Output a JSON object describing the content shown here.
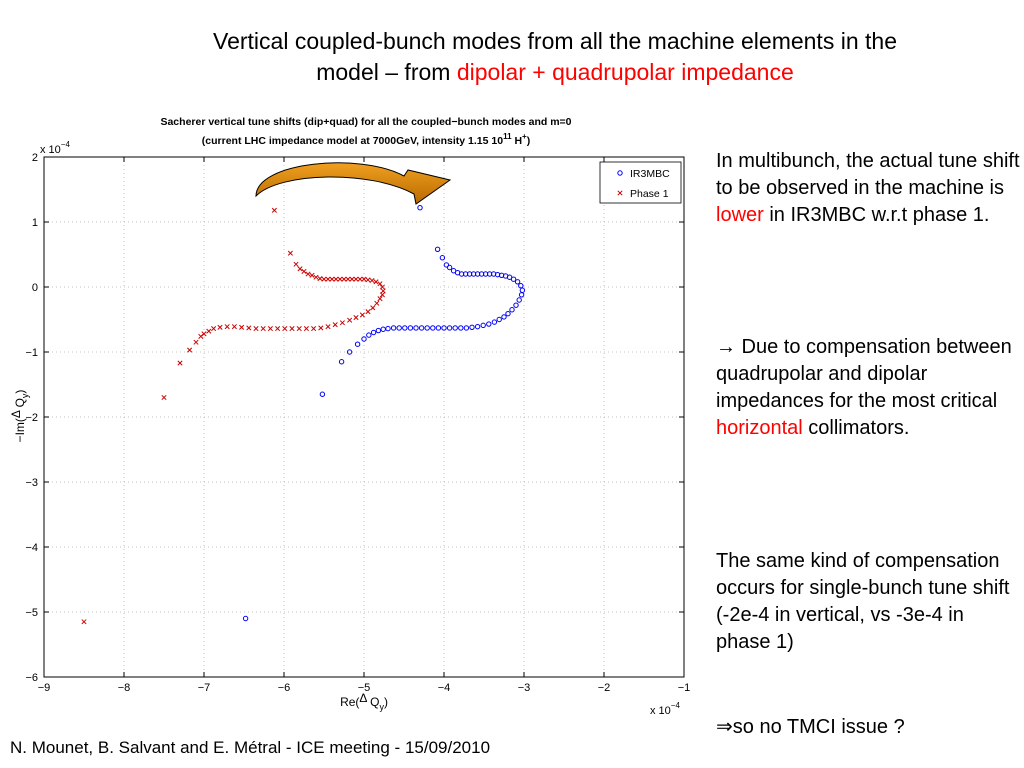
{
  "slide": {
    "title_line1": "Vertical coupled-bunch modes from all the machine elements in the",
    "title_line2_prefix": "model – from ",
    "title_line2_highlight": "dipolar + quadrupolar impedance",
    "footer": "N. Mounet, B. Salvant and E. Métral - ICE meeting - 15/09/2010",
    "accent_color": "#ff0000"
  },
  "side_text": {
    "p1_a": "In multibunch, the actual tune shift to be observed in the machine is ",
    "p1_hl": "lower",
    "p1_b": " in IR3MBC w.r.t phase 1.",
    "p2_a": "→ Due to compensation between quadrupolar and dipolar impedances for the most critical ",
    "p2_hl": "horizontal",
    "p2_b": " collimators.",
    "p3": "The same kind of compensation occurs for single-bunch tune shift (-2e-4 in vertical, vs -3e-4 in phase 1)",
    "p4_symbol": "⇒",
    "p4": "so no TMCI issue ?"
  },
  "chart_data": {
    "type": "scatter",
    "title_line1": "Sacherer vertical tune shifts (dip+quad) for all the coupled−bunch modes and m=0",
    "title_line2_prefix": "(current LHC impedance model at 7000GeV, intensity 1.15 10",
    "title_line2_sup": "11",
    "title_line2_suffix": " H",
    "title_line2_sup2": "+",
    "title_line2_end": ")",
    "xlabel_prefix": "Re(",
    "xlabel_delta": "Δ",
    "xlabel_q": " Q",
    "xlabel_sub": "y",
    "xlabel_end": ")",
    "ylabel_prefix": "−Im(",
    "ylabel_delta": "Δ",
    "ylabel_q": " Q",
    "ylabel_sub": "y",
    "ylabel_end": ")",
    "x_exponent_base": "x 10",
    "x_exponent_power": "−4",
    "y_exponent_base": "x 10",
    "y_exponent_power": "−4",
    "xlim": [
      -9,
      -1
    ],
    "ylim": [
      -6,
      2
    ],
    "xticks": [
      "−9",
      "−8",
      "−7",
      "−6",
      "−5",
      "−4",
      "−3",
      "−2",
      "−1"
    ],
    "yticks": [
      "2",
      "1",
      "0",
      "−1",
      "−2",
      "−3",
      "−4",
      "−5",
      "−6"
    ],
    "grid": true,
    "legend_position": "top-right",
    "series": [
      {
        "name": "IR3MBC",
        "marker": "circle",
        "color": "#0000ff",
        "points": [
          [
            -4.3,
            1.22
          ],
          [
            -4.08,
            0.58
          ],
          [
            -4.02,
            0.45
          ],
          [
            -3.97,
            0.34
          ],
          [
            -3.93,
            0.3
          ],
          [
            -3.88,
            0.25
          ],
          [
            -3.83,
            0.22
          ],
          [
            -3.78,
            0.2
          ],
          [
            -3.73,
            0.2
          ],
          [
            -3.68,
            0.2
          ],
          [
            -3.63,
            0.2
          ],
          [
            -3.58,
            0.2
          ],
          [
            -3.53,
            0.2
          ],
          [
            -3.48,
            0.2
          ],
          [
            -3.43,
            0.2
          ],
          [
            -3.38,
            0.2
          ],
          [
            -3.33,
            0.19
          ],
          [
            -3.28,
            0.18
          ],
          [
            -3.23,
            0.17
          ],
          [
            -3.18,
            0.15
          ],
          [
            -3.13,
            0.12
          ],
          [
            -3.08,
            0.08
          ],
          [
            -3.04,
            0.02
          ],
          [
            -3.02,
            -0.05
          ],
          [
            -3.03,
            -0.12
          ],
          [
            -3.06,
            -0.2
          ],
          [
            -3.1,
            -0.28
          ],
          [
            -3.15,
            -0.35
          ],
          [
            -3.2,
            -0.41
          ],
          [
            -3.25,
            -0.46
          ],
          [
            -3.31,
            -0.5
          ],
          [
            -3.37,
            -0.54
          ],
          [
            -3.44,
            -0.57
          ],
          [
            -3.51,
            -0.59
          ],
          [
            -3.58,
            -0.61
          ],
          [
            -3.65,
            -0.62
          ],
          [
            -3.72,
            -0.63
          ],
          [
            -3.79,
            -0.63
          ],
          [
            -3.86,
            -0.63
          ],
          [
            -3.93,
            -0.63
          ],
          [
            -4.0,
            -0.63
          ],
          [
            -4.07,
            -0.63
          ],
          [
            -4.14,
            -0.63
          ],
          [
            -4.21,
            -0.63
          ],
          [
            -4.28,
            -0.63
          ],
          [
            -4.35,
            -0.63
          ],
          [
            -4.42,
            -0.63
          ],
          [
            -4.49,
            -0.63
          ],
          [
            -4.56,
            -0.63
          ],
          [
            -4.63,
            -0.63
          ],
          [
            -4.7,
            -0.64
          ],
          [
            -4.76,
            -0.65
          ],
          [
            -4.82,
            -0.67
          ],
          [
            -4.88,
            -0.7
          ],
          [
            -4.94,
            -0.74
          ],
          [
            -5.0,
            -0.8
          ],
          [
            -5.08,
            -0.88
          ],
          [
            -5.18,
            -1.0
          ],
          [
            -5.28,
            -1.15
          ],
          [
            -5.52,
            -1.65
          ],
          [
            -6.48,
            -5.1
          ]
        ]
      },
      {
        "name": "Phase 1",
        "marker": "x",
        "color": "#cc0000",
        "points": [
          [
            -6.12,
            1.18
          ],
          [
            -5.92,
            0.52
          ],
          [
            -5.85,
            0.35
          ],
          [
            -5.8,
            0.28
          ],
          [
            -5.75,
            0.24
          ],
          [
            -5.7,
            0.2
          ],
          [
            -5.65,
            0.18
          ],
          [
            -5.6,
            0.15
          ],
          [
            -5.55,
            0.13
          ],
          [
            -5.5,
            0.12
          ],
          [
            -5.45,
            0.12
          ],
          [
            -5.4,
            0.12
          ],
          [
            -5.35,
            0.12
          ],
          [
            -5.3,
            0.12
          ],
          [
            -5.25,
            0.12
          ],
          [
            -5.2,
            0.12
          ],
          [
            -5.15,
            0.12
          ],
          [
            -5.1,
            0.12
          ],
          [
            -5.05,
            0.12
          ],
          [
            -5.0,
            0.12
          ],
          [
            -4.95,
            0.11
          ],
          [
            -4.9,
            0.1
          ],
          [
            -4.85,
            0.08
          ],
          [
            -4.8,
            0.05
          ],
          [
            -4.77,
            0.0
          ],
          [
            -4.76,
            -0.06
          ],
          [
            -4.77,
            -0.12
          ],
          [
            -4.8,
            -0.18
          ],
          [
            -4.84,
            -0.25
          ],
          [
            -4.89,
            -0.32
          ],
          [
            -4.95,
            -0.38
          ],
          [
            -5.02,
            -0.43
          ],
          [
            -5.1,
            -0.47
          ],
          [
            -5.18,
            -0.51
          ],
          [
            -5.27,
            -0.55
          ],
          [
            -5.36,
            -0.58
          ],
          [
            -5.45,
            -0.61
          ],
          [
            -5.54,
            -0.63
          ],
          [
            -5.63,
            -0.64
          ],
          [
            -5.72,
            -0.64
          ],
          [
            -5.81,
            -0.64
          ],
          [
            -5.9,
            -0.64
          ],
          [
            -5.99,
            -0.64
          ],
          [
            -6.08,
            -0.64
          ],
          [
            -6.17,
            -0.64
          ],
          [
            -6.26,
            -0.64
          ],
          [
            -6.35,
            -0.64
          ],
          [
            -6.44,
            -0.63
          ],
          [
            -6.53,
            -0.62
          ],
          [
            -6.62,
            -0.61
          ],
          [
            -6.71,
            -0.61
          ],
          [
            -6.8,
            -0.62
          ],
          [
            -6.88,
            -0.64
          ],
          [
            -6.94,
            -0.68
          ],
          [
            -7.0,
            -0.72
          ],
          [
            -7.04,
            -0.76
          ],
          [
            -7.1,
            -0.85
          ],
          [
            -7.18,
            -0.97
          ],
          [
            -7.3,
            -1.17
          ],
          [
            -7.5,
            -1.7
          ],
          [
            -8.5,
            -5.15
          ]
        ]
      }
    ]
  }
}
